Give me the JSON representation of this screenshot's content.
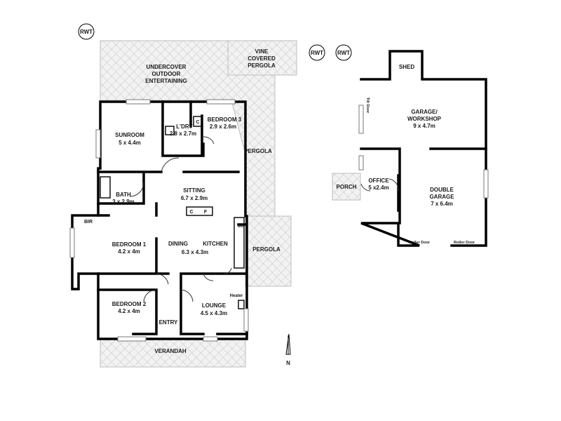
{
  "house": {
    "rwt": "RWT",
    "undercover": [
      "UNDERCOVER",
      "OUTDOOR",
      "ENTERTAINING"
    ],
    "vine_pergola": [
      "VINE",
      "COVERED",
      "PERGOLA"
    ],
    "pergola_upper": "PERGOLA",
    "pergola_lower": "PERGOLA",
    "verandah": "VERANDAH",
    "bir": "BIR",
    "entry": "ENTRY",
    "heater": "Heater",
    "wo": "w/o",
    "cupboard_c": "C",
    "fridge_f": "F",
    "rooms": {
      "sunroom": {
        "name": "SUNROOM",
        "dims": "5 x 4.4m"
      },
      "laundry": {
        "name": "L'DRY",
        "dims": "2.8 x 2.7m"
      },
      "bedroom3": {
        "name": "BEDROOM 3",
        "dims": "2.9 x 2.6m"
      },
      "bath": {
        "name": "BATH",
        "dims": "3 x 2.9m"
      },
      "sitting": {
        "name": "SITTING",
        "dims": "6.7 x 2.9m"
      },
      "bedroom1": {
        "name": "BEDROOM 1",
        "dims": "4.2 x 4m"
      },
      "dining": {
        "name": "DINING",
        "dims": "6.3 x 4.3m"
      },
      "kitchen": {
        "name": "KITCHEN"
      },
      "bedroom2": {
        "name": "BEDROOM 2",
        "dims": "4.2 x 4m"
      },
      "lounge": {
        "name": "LOUNGE",
        "dims": "4.5 x 4.3m"
      }
    }
  },
  "outbuilding": {
    "rwt_a": "RWT",
    "rwt_b": "RWT",
    "shed": "SHED",
    "tilt_door": "Tilt Door",
    "porch": "PORCH",
    "roller_door_a": "Roller Door",
    "roller_door_b": "Roller Door",
    "rooms": {
      "garage": {
        "name": "GARAGE/",
        "name2": "WORKSHOP",
        "dims": "9 x 4.7m"
      },
      "office": {
        "name": "OFFICE",
        "dims": "5 x2.4m"
      },
      "double_garage": {
        "name": "DOUBLE",
        "name2": "GARAGE",
        "dims": "7 x 6.4m"
      }
    }
  },
  "compass": {
    "north": "N"
  }
}
